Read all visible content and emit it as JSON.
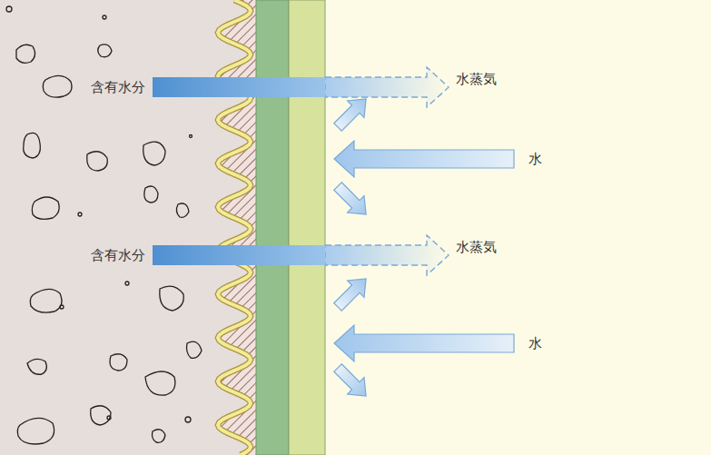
{
  "diagram": {
    "labels": [
      "含有水分",
      "水蒸気",
      "水",
      "含有水分",
      "水蒸気",
      "水"
    ]
  }
}
